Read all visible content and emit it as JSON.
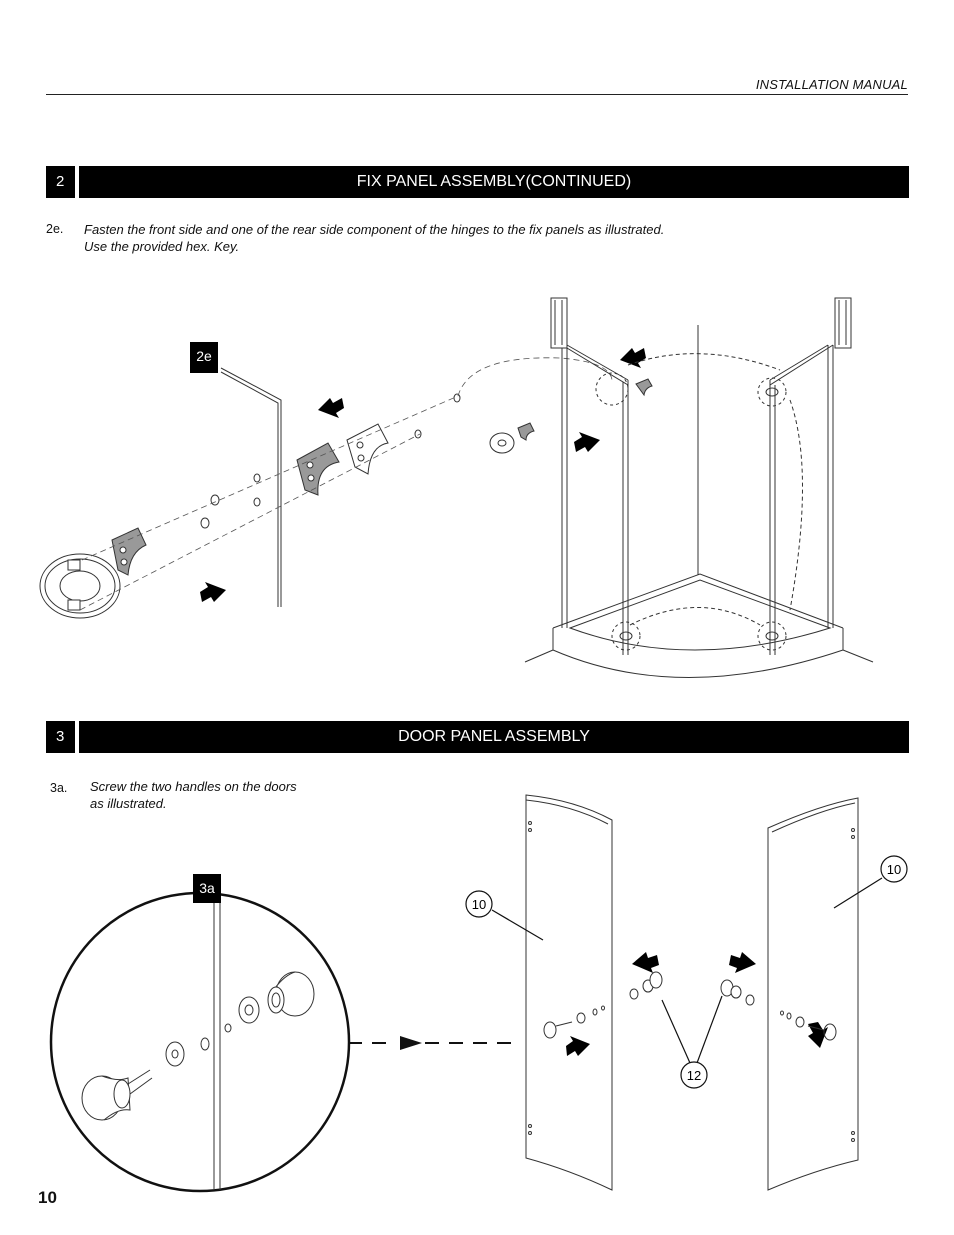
{
  "header": {
    "manual_label": "INSTALLATION MANUAL"
  },
  "section2": {
    "number": "2",
    "title": "FIX PANEL ASSEMBLY(CONTINUED)",
    "step_label": "2e.",
    "step_line1": "Fasten the front side and one of the rear side component of the hinges to the fix panels as illustrated.",
    "step_line2": "Use the provided hex. Key.",
    "figure_tag": "2e"
  },
  "section3": {
    "number": "3",
    "title": "DOOR PANEL ASSEMBLY",
    "step_label": "3a.",
    "step_line1": "Screw the two handles on the doors",
    "step_line2": "as illustrated.",
    "figure_tag": "3a",
    "callouts": {
      "left_panel": "10",
      "right_panel": "10",
      "handles": "12"
    }
  },
  "page_number": "10"
}
